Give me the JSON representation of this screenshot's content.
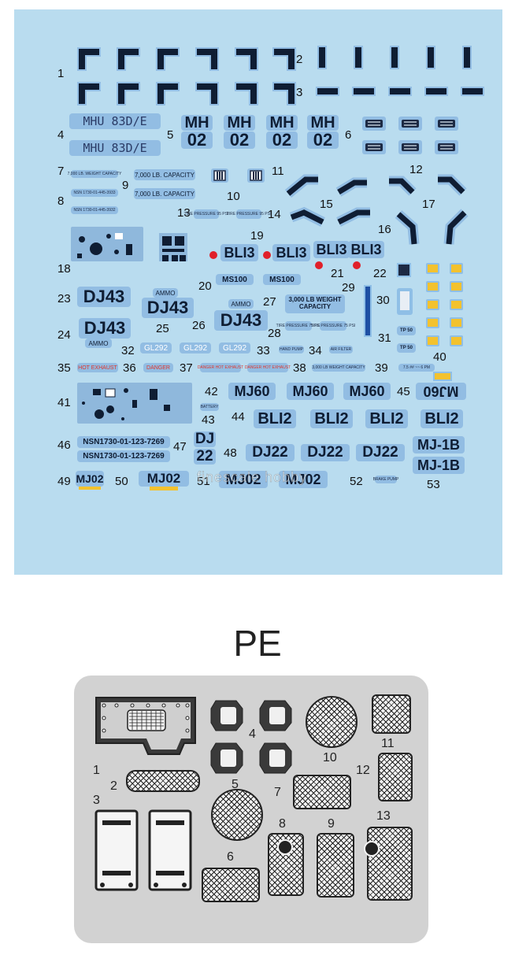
{
  "decals": {
    "numbers": [
      "1",
      "2",
      "3",
      "4",
      "5",
      "6",
      "7",
      "8",
      "9",
      "10",
      "11",
      "12",
      "13",
      "14",
      "15",
      "16",
      "17",
      "18",
      "19",
      "20",
      "21",
      "22",
      "23",
      "24",
      "25",
      "26",
      "27",
      "28",
      "29",
      "30",
      "31",
      "32",
      "33",
      "34",
      "35",
      "36",
      "37",
      "38",
      "39",
      "40",
      "41",
      "42",
      "43",
      "44",
      "45",
      "46",
      "47",
      "48",
      "49",
      "50",
      "51",
      "52",
      "53"
    ],
    "mhu_83de": "MHU  83D/E",
    "mh": "MH",
    "zero_two": "02",
    "capacity_small": "7,000 LB. WEIGHT CAPACITY",
    "capacity_large": "7,000 LB. CAPACITY",
    "nsn_small_a": "NSN  1730-01-445-3933",
    "nsn_small_b": "NSN  1730-01-445-3932",
    "tire_pressure": "TIRE PRESSURE 95 PSI",
    "bli3": "BLI3",
    "ms100": "MS100",
    "dj43": "DJ43",
    "ammo": "AMMO",
    "capacity_3000_line1": "3,000 LB WEIGHT",
    "capacity_3000_line2": "CAPACITY",
    "tire_pressure_75": "TIRE PRESSURE 75 PSI",
    "tp50": "TP 50",
    "gl292": "GL292",
    "hand_pump": "HAND PUMP",
    "air_filter": "AIR FILTER",
    "hot_exhaust": "HOT EXHAUST",
    "danger": "DANGER",
    "danger_hot_exhaust": "DANGER HOT EXHAUST",
    "capacity_3000_small": "3,000 LB WEIGHT CAPACITY",
    "stencil_39": "7.5 ##  ~~  6 PM",
    "mj60": "MJ60",
    "battery": "BATTERY",
    "bl12": "BLI2",
    "nsn_large": "NSN1730-01-123-7269",
    "dj": "DJ",
    "twenty_two": "22",
    "dj22": "DJ22",
    "mj1b": "MJ-1B",
    "mj02": "MJ02",
    "brake_pump": "BRAKE PUMP"
  },
  "watermark": "finescale hobby",
  "pe": {
    "title": "PE",
    "numbers": [
      "1",
      "2",
      "3",
      "4",
      "5",
      "6",
      "7",
      "8",
      "9",
      "10",
      "11",
      "12",
      "13"
    ]
  },
  "colors": {
    "sheet_bg": "#b9dcef",
    "decal_blue": "#92bde3",
    "decal_ink": "#0f1d33",
    "red_dot": "#e0202a",
    "yellow": "#f3c22e",
    "fret_gray": "#d2d2d2"
  }
}
